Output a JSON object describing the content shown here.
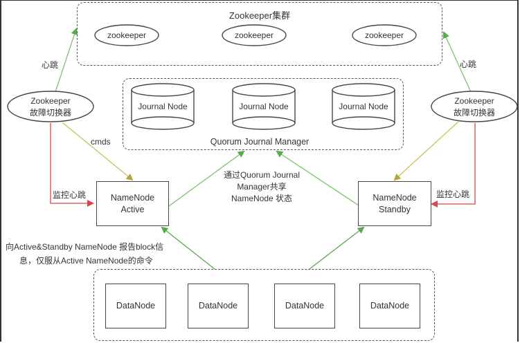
{
  "zookeeper_cluster": {
    "title": "Zookeeper集群",
    "nodes": [
      "zookeeper",
      "zookeeper",
      "zookeeper"
    ]
  },
  "journal": {
    "title": "Quorum Journal Manager",
    "nodes": [
      "Journal Node",
      "Journal Node",
      "Journal Node"
    ]
  },
  "failover_left": {
    "line1": "Zookeeper",
    "line2": "故障切换器"
  },
  "failover_right": {
    "line1": "Zookeeper",
    "line2": "故障切换器"
  },
  "namenode_active": {
    "line1": "NameNode",
    "line2": "Active"
  },
  "namenode_standby": {
    "line1": "NameNode",
    "line2": "Standby"
  },
  "labels": {
    "heartbeat_left": "心跳",
    "heartbeat_right": "心跳",
    "cmds": "cmds",
    "monitor_left": "监控心跳",
    "monitor_right": "监控心跳",
    "share_line1": "通过Quorum Journal",
    "share_line2": "Manager共享",
    "share_line3": "NameNode 状态",
    "report_line1": "向Active&Standby NameNode 报告block信",
    "report_line2": "息，仅服从Active NameNode的命令"
  },
  "datanodes": [
    "DataNode",
    "DataNode",
    "DataNode",
    "DataNode"
  ],
  "colors": {
    "green": "#6ab960",
    "olive": "#bdb74a",
    "red": "#d9434b",
    "stroke": "#444444"
  }
}
